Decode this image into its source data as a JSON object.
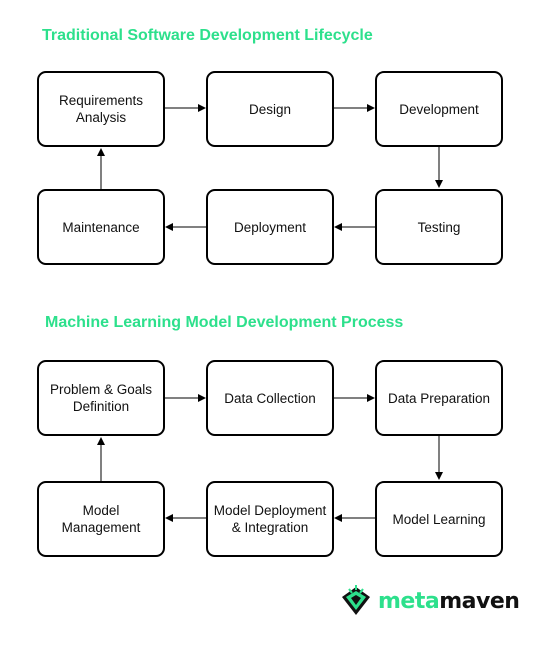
{
  "sections": [
    {
      "title": "Traditional Software Development Lifecycle",
      "steps": [
        "Requirements\nAnalysis",
        "Design",
        "Development",
        "Testing",
        "Deployment",
        "Maintenance"
      ]
    },
    {
      "title": "Machine Learning Model Development Process",
      "steps": [
        "Problem & Goals\nDefinition",
        "Data Collection",
        "Data Preparation",
        "Model Learning",
        "Model Deployment\n& Integration",
        "Model\nManagement"
      ]
    }
  ],
  "brand": {
    "name_part1": "meta",
    "name_part2": "maven",
    "icon": "metamaven-logo-icon",
    "color_primary": "#2de08c",
    "color_dark": "#111111"
  },
  "colors": {
    "title": "#2de08c",
    "box_border": "#000000",
    "arrow": "#000000"
  }
}
